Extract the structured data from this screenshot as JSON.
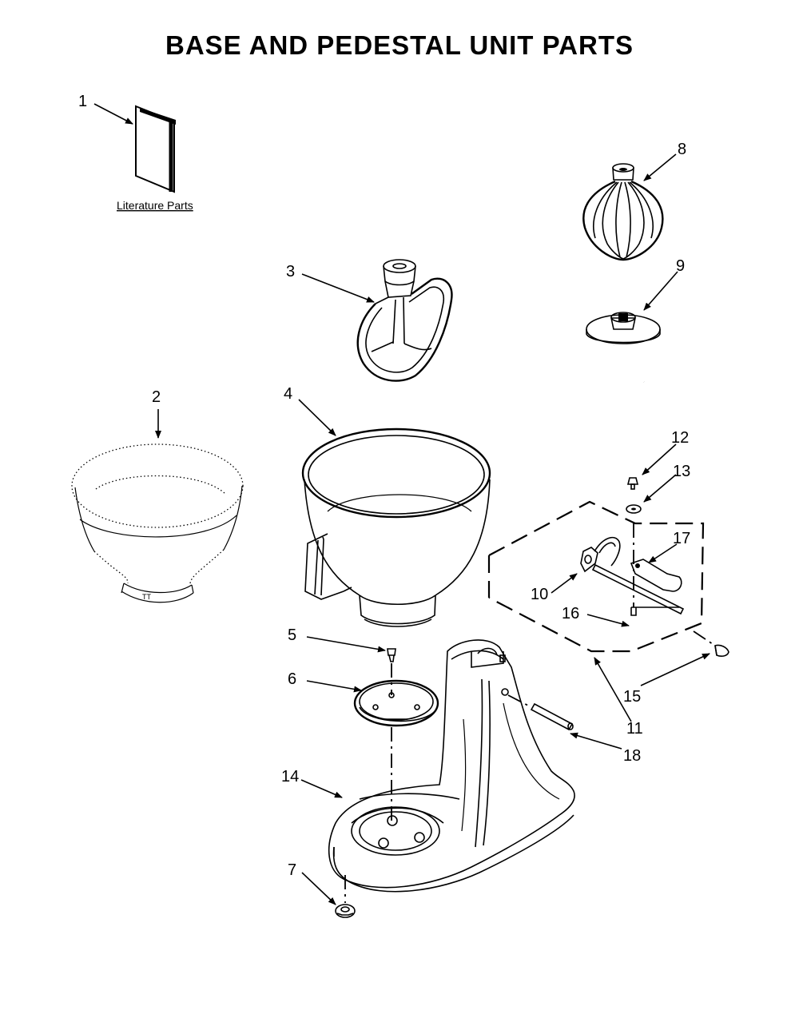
{
  "title": "BASE AND PEDESTAL UNIT PARTS",
  "literature_label": "Literature Parts",
  "callouts": {
    "c1": "1",
    "c2": "2",
    "c3": "3",
    "c4": "4",
    "c5": "5",
    "c6": "6",
    "c7": "7",
    "c8": "8",
    "c9": "9",
    "c10": "10",
    "c11": "11",
    "c12": "12",
    "c13": "13",
    "c14": "14",
    "c15": "15",
    "c16": "16",
    "c17": "17",
    "c18": "18"
  }
}
